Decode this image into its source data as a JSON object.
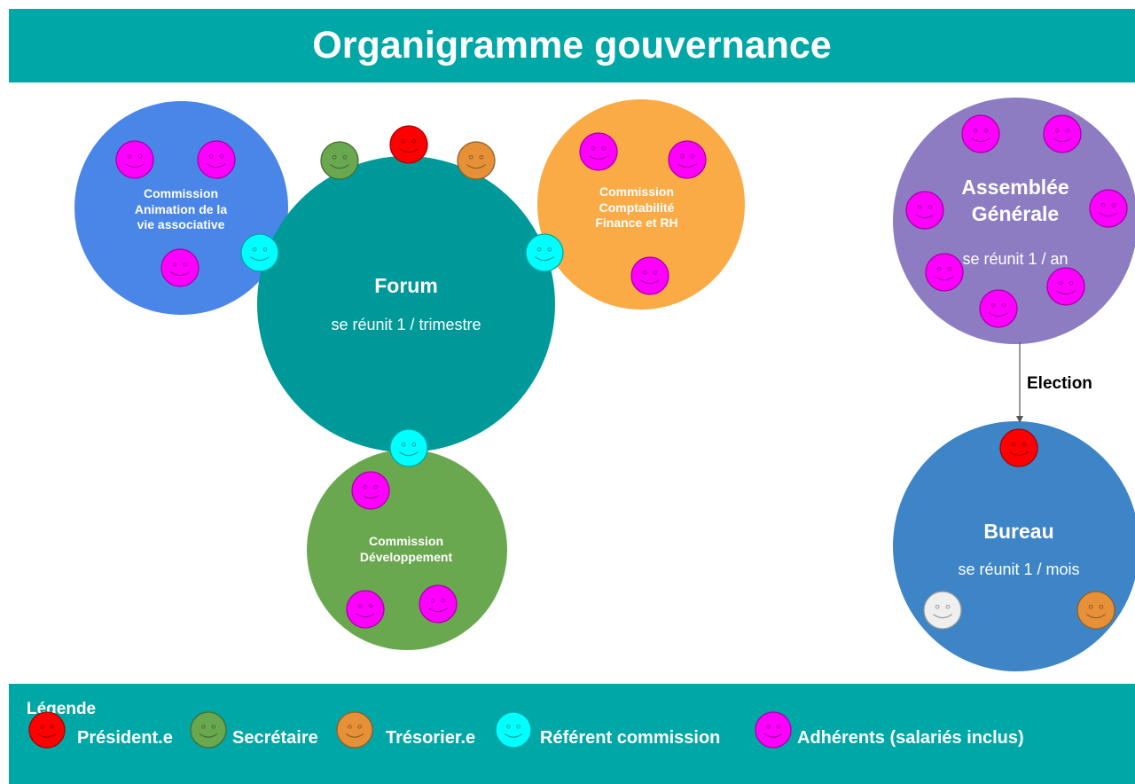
{
  "title": "Organigramme gouvernance",
  "circles": {
    "animation": {
      "label_line1": "Commission",
      "label_line2": "Animation de la",
      "label_line3": "vie associative",
      "color": "#4a86e8"
    },
    "forum": {
      "name": "Forum",
      "schedule": "se réunit 1 / trimestre",
      "color": "#00999a"
    },
    "comptabilite": {
      "label_line1": "Commission",
      "label_line2": "Comptabilité",
      "label_line3": "Finance et RH",
      "color": "#fbab45"
    },
    "developpement": {
      "label_line1": "Commission",
      "label_line2": "Développement",
      "color": "#6aa84f"
    },
    "assemblee": {
      "name_line1": "Assemblée",
      "name_line2": "Générale",
      "schedule": "se réunit 1 / an",
      "color": "#8e7cc3"
    },
    "bureau": {
      "name": "Bureau",
      "schedule": "se réunit 1 / mois",
      "color": "#3d85c6"
    }
  },
  "arrow_label": "Election",
  "legend": {
    "title": "Légende",
    "items": [
      {
        "label": "Président.e",
        "color": "#ff0000"
      },
      {
        "label": "Secrétaire",
        "color": "#6aa84f"
      },
      {
        "label": "Trésorier.e",
        "color": "#e69138"
      },
      {
        "label": "Référent commission",
        "color": "#00ffff"
      },
      {
        "label": "Adhérents (salariés inclus)",
        "color": "#ff00ff"
      }
    ]
  },
  "icon_colors": {
    "president": "#ff0000",
    "secretaire": "#6aa84f",
    "tresorier": "#e69138",
    "referent": "#00ffff",
    "adherent": "#ff00ff",
    "neutre": "#efefef"
  }
}
